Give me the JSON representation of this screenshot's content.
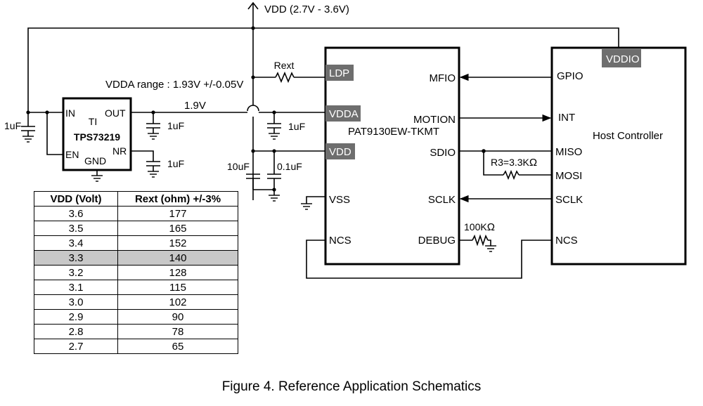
{
  "supply": {
    "vdd_label": "VDD (2.7V - 3.6V)",
    "vdda_range": "VDDA range : 1.93V +/-0.05V",
    "rail_1v9": "1.9V"
  },
  "regulator": {
    "brand": "TI",
    "part": "TPS73219",
    "pins": {
      "in": "IN",
      "out": "OUT",
      "en": "EN",
      "gnd": "GND",
      "nr": "NR"
    }
  },
  "capacitors": {
    "c_in": "1uF",
    "c_out": "1uF",
    "c_nr": "1uF",
    "c_vdda": "1uF",
    "c_vdd_10": "10uF",
    "c_vdd_01": "0.1uF"
  },
  "resistors": {
    "rext": "Rext",
    "r3": "R3=3.3K",
    "r_debug": "100K",
    "ohm_symbol": "Ω"
  },
  "sensor": {
    "name": "PAT9130EW-TKMT",
    "left_pins": {
      "ldp": "LDP",
      "vdda": "VDDA",
      "vdd": "VDD",
      "vss": "VSS",
      "ncs": "NCS"
    },
    "right_pins": {
      "mfio": "MFIO",
      "motion": "MOTION",
      "sdio": "SDIO",
      "sclk": "SCLK",
      "debug": "DEBUG"
    }
  },
  "host": {
    "name": "Host Controller",
    "vddio": "VDDIO",
    "pins": {
      "gpio": "GPIO",
      "int": "INT",
      "miso": "MISO",
      "mosi": "MOSI",
      "sclk": "SCLK",
      "ncs": "NCS"
    }
  },
  "table": {
    "headers": [
      "VDD (Volt)",
      "Rext (ohm) +/-3%"
    ],
    "rows": [
      [
        "3.6",
        "177"
      ],
      [
        "3.5",
        "165"
      ],
      [
        "3.4",
        "152"
      ],
      [
        "3.3",
        "140"
      ],
      [
        "3.2",
        "128"
      ],
      [
        "3.1",
        "115"
      ],
      [
        "3.0",
        "102"
      ],
      [
        "2.9",
        "90"
      ],
      [
        "2.8",
        "78"
      ],
      [
        "2.7",
        "65"
      ]
    ],
    "highlight_vdd": "3.3",
    "highlight_color": "#c8c8c8"
  },
  "caption": "Figure 4. Reference Application Schematics"
}
